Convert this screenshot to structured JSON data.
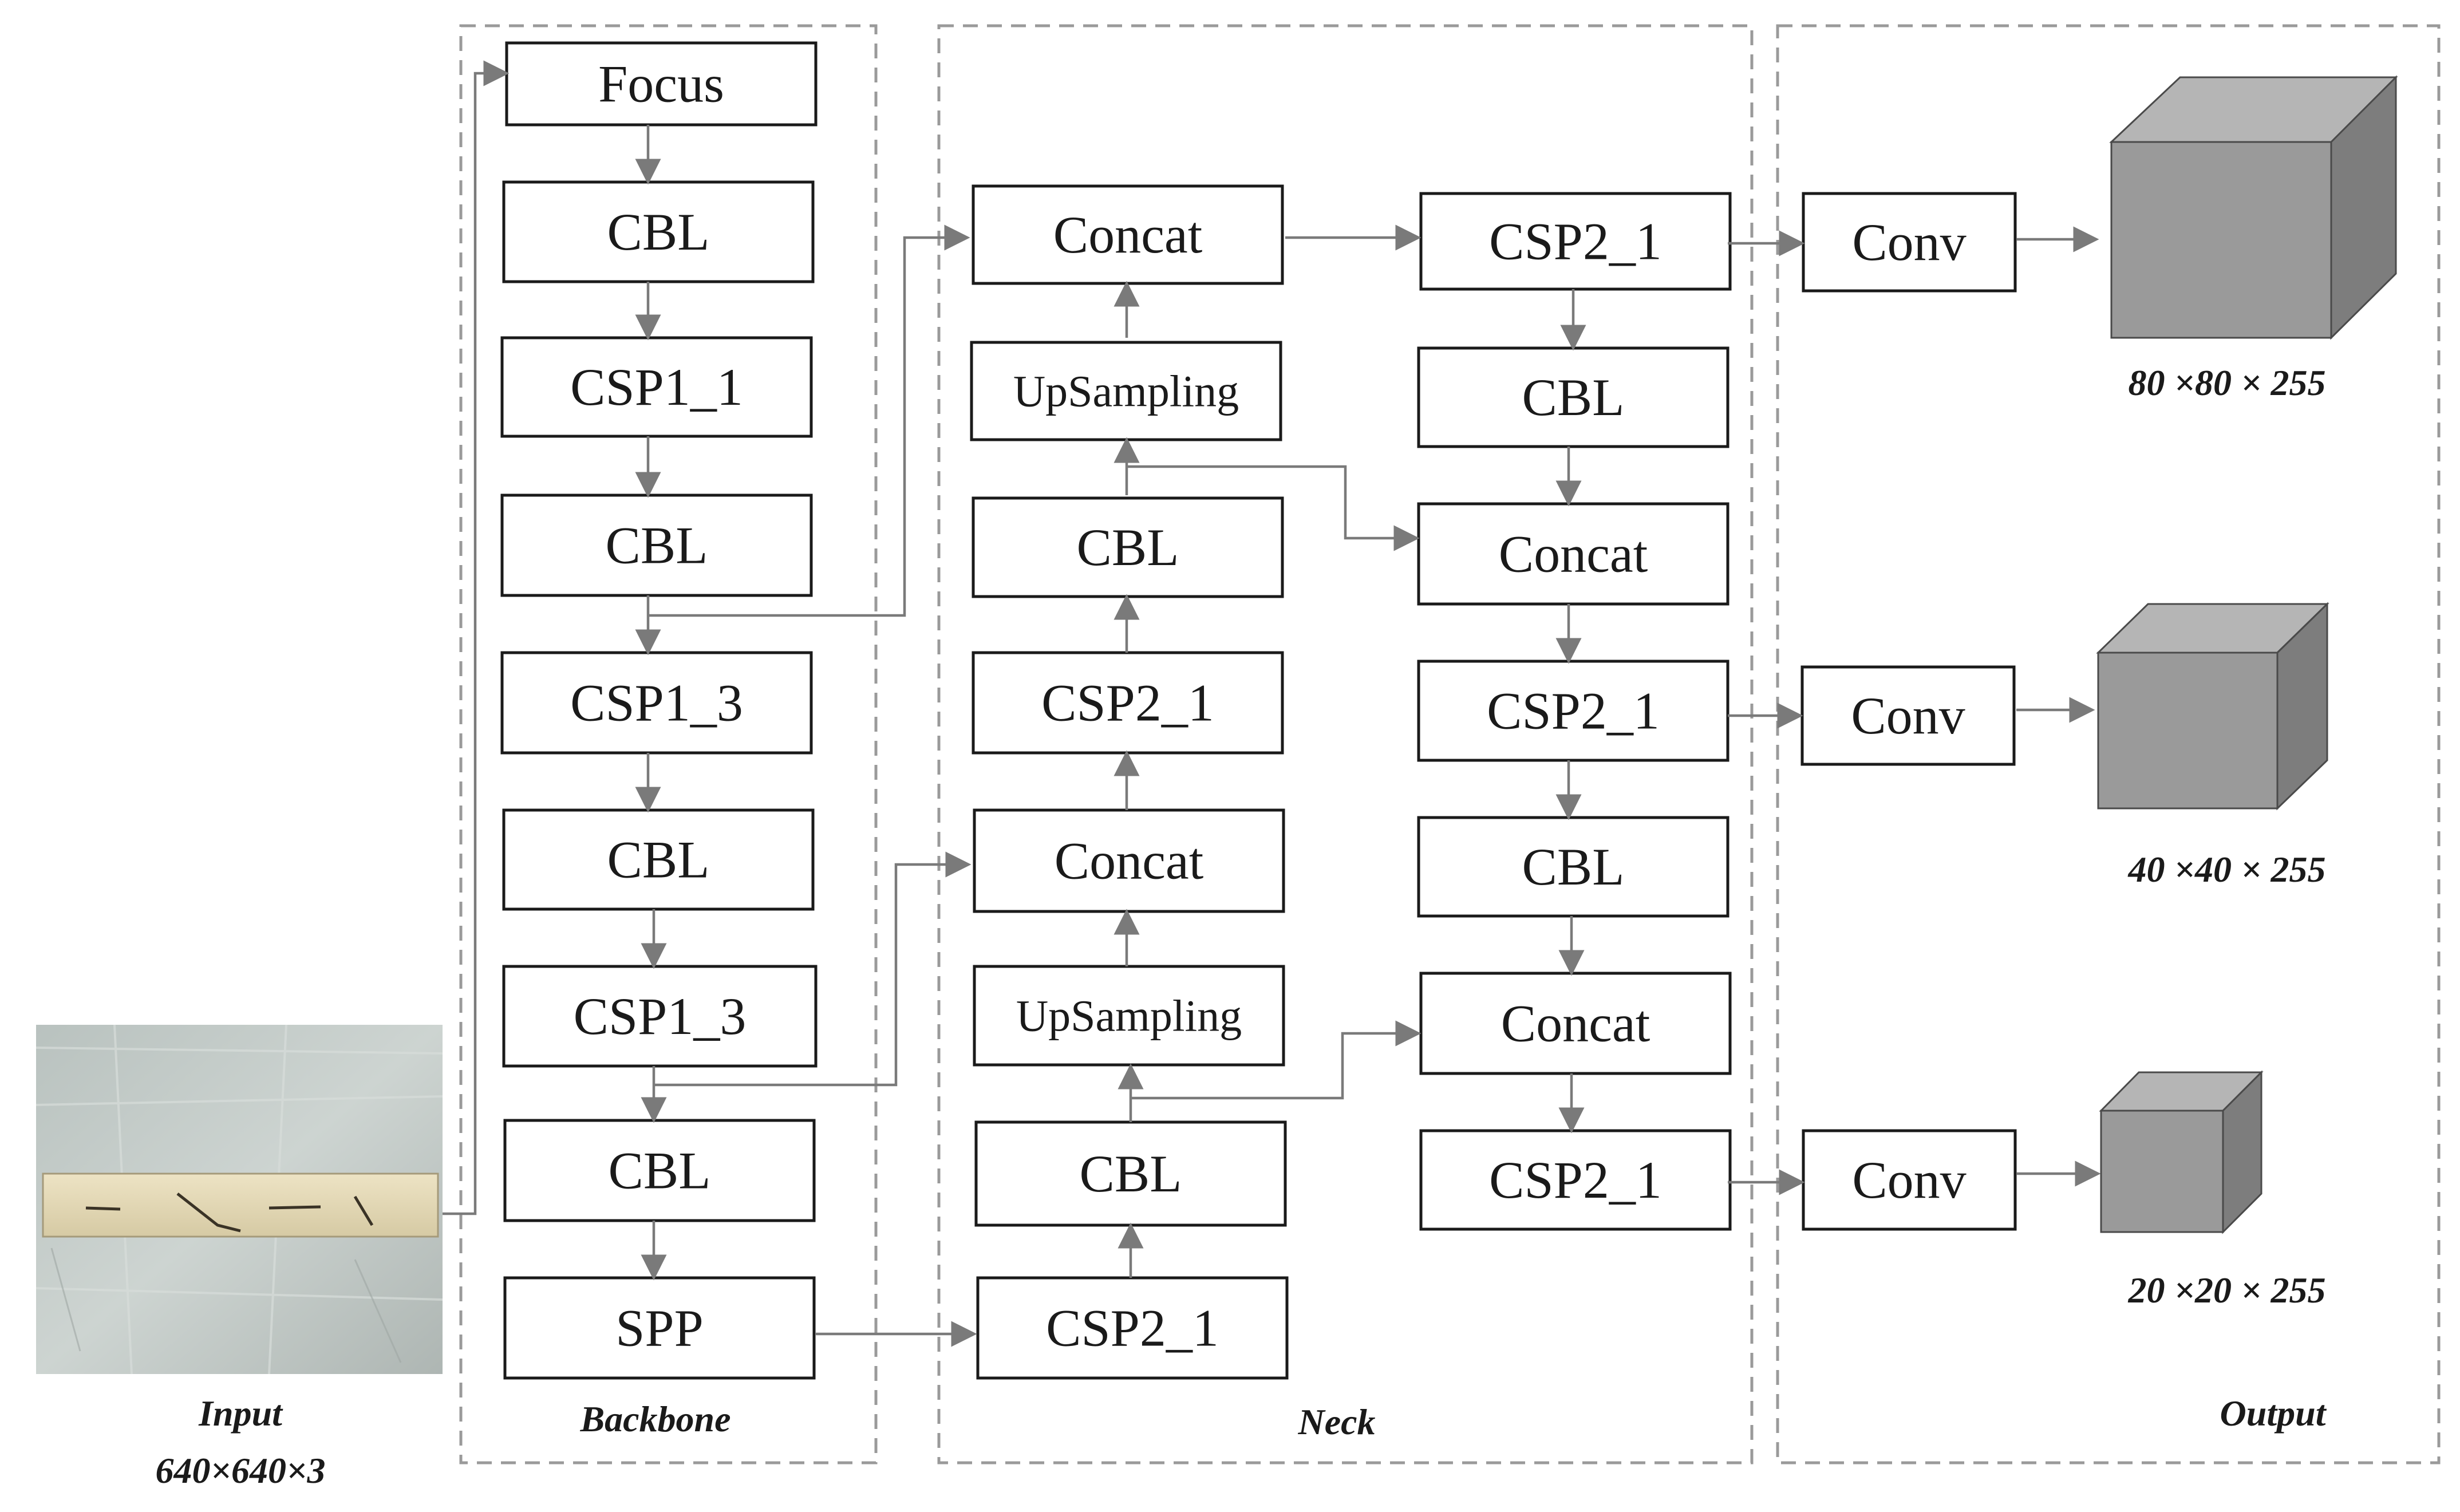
{
  "sections": {
    "backbone": "Backbone",
    "neck": "Neck",
    "output": "Output"
  },
  "input": {
    "label": "Input",
    "size": "640×640×3"
  },
  "backbone_blocks": [
    "Focus",
    "CBL",
    "CSP1_1",
    "CBL",
    "CSP1_3",
    "CBL",
    "CSP1_3",
    "CBL",
    "SPP"
  ],
  "neck_left_blocks": [
    "Concat",
    "UpSampling",
    "CBL",
    "CSP2_1",
    "Concat",
    "UpSampling",
    "CBL",
    "CSP2_1"
  ],
  "neck_right_blocks": [
    "CSP2_1",
    "CBL",
    "Concat",
    "CSP2_1",
    "CBL",
    "Concat",
    "CSP2_1"
  ],
  "output_blocks": [
    "Conv",
    "Conv",
    "Conv"
  ],
  "output_sizes": [
    "80 ×80 × 255",
    "40 ×40 × 255",
    "20 ×20 × 255"
  ],
  "colors": {
    "arrow": "#7a7a7a",
    "dashed_border": "#9a9a9a",
    "cube_front": "#9a9a9a"
  }
}
